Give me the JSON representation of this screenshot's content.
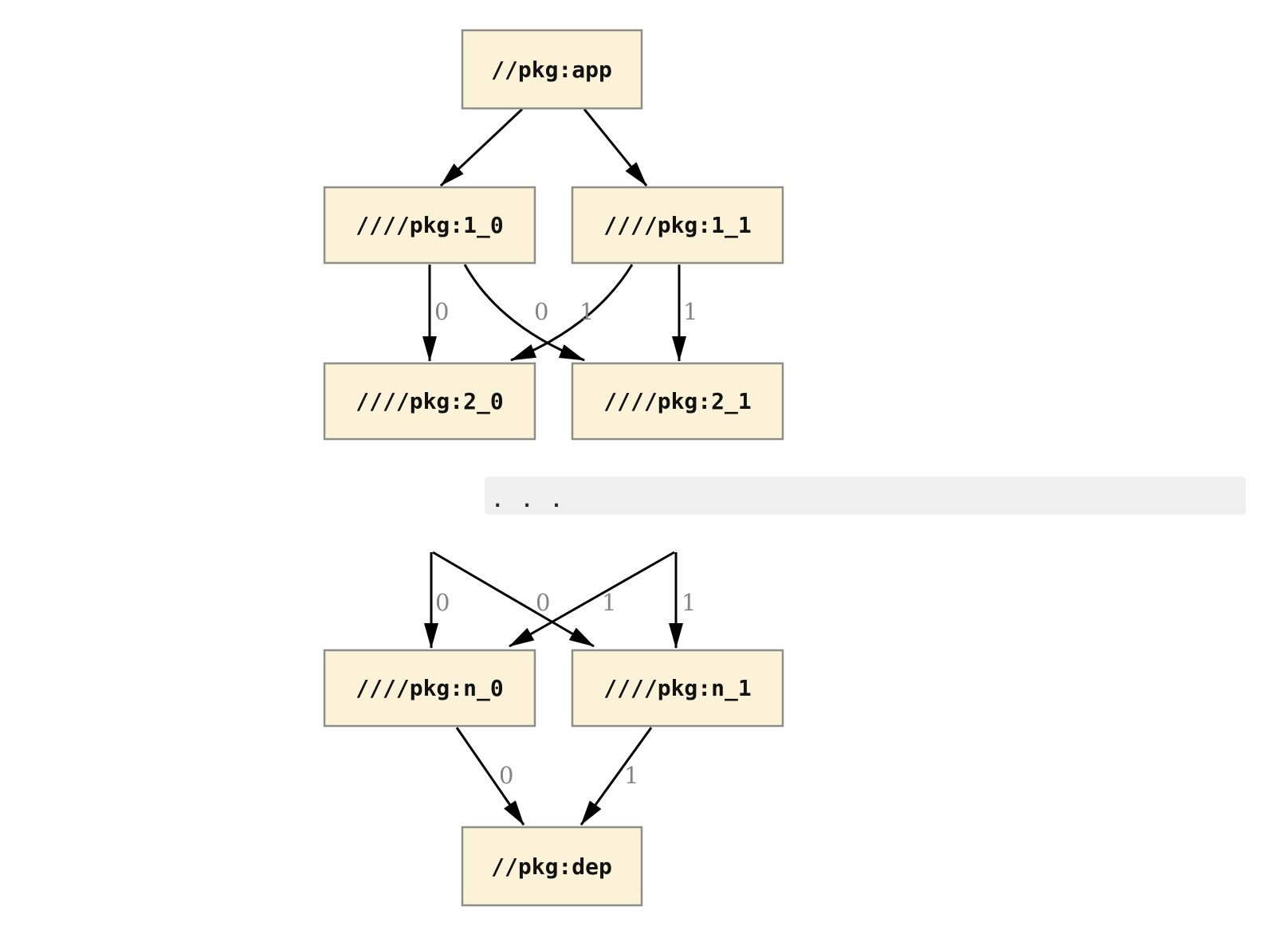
{
  "diagram": {
    "kind": "package-dependency-graph",
    "nodes": {
      "app": {
        "label": "//pkg:app"
      },
      "n1_0": {
        "label": "////pkg:1_0"
      },
      "n1_1": {
        "label": "////pkg:1_1"
      },
      "n2_0": {
        "label": "////pkg:2_0"
      },
      "n2_1": {
        "label": "////pkg:2_1"
      },
      "nn_0": {
        "label": "////pkg:n_0"
      },
      "nn_1": {
        "label": "////pkg:n_1"
      },
      "dep": {
        "label": "//pkg:dep"
      }
    },
    "edge_labels": {
      "e_1_0_to_2_0": "0",
      "e_1_1_to_2_0": "0",
      "e_1_0_to_2_1": "1",
      "e_1_1_to_2_1": "1",
      "e_left_to_n_0": "0",
      "e_right_to_n_0": "0",
      "e_left_to_n_1": "1",
      "e_right_to_n_1": "1",
      "e_n_0_to_dep": "0",
      "e_n_1_to_dep": "1"
    },
    "ellipsis": ". . .",
    "colors": {
      "node_fill": "#FBF2D7",
      "node_border": "#8E8E88",
      "edge": "#000000",
      "edge_label": "#848484",
      "band_fill": "#F0F0F0"
    }
  }
}
